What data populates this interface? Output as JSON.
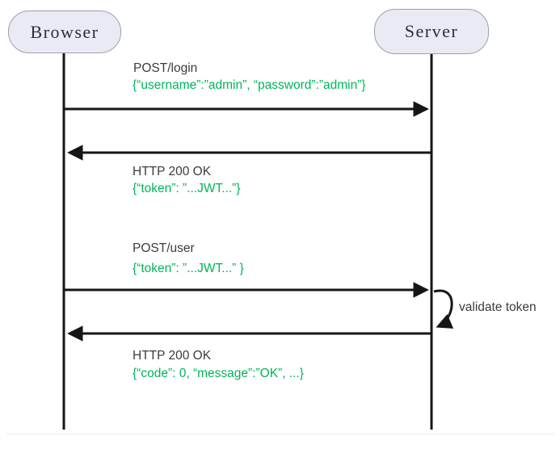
{
  "diagram": {
    "actors": [
      {
        "name": "Browser"
      },
      {
        "name": "Server"
      }
    ],
    "messages": [
      {
        "title": "POST/login",
        "payload": "{“username”:”admin”, “password”:”admin”}",
        "direction": "browser-to-server"
      },
      {
        "title": "HTTP 200 OK",
        "payload": "{“token”: ”...JWT...”}",
        "direction": "server-to-browser"
      },
      {
        "title": "POST/user",
        "payload": "{“token”: ”...JWT...” }",
        "direction": "browser-to-server"
      },
      {
        "title": "HTTP 200 OK",
        "payload": "{“code”: 0, “message”:”OK”, ...}",
        "direction": "server-to-browser"
      }
    ],
    "self_message": {
      "label": "validate token",
      "actor": "Server"
    },
    "colors": {
      "payload_green": "#00b45a",
      "title_text": "#3b3b3b",
      "line_black": "#161616",
      "actor_fill": "#e9eaf4",
      "actor_border": "#9aa0b2"
    }
  }
}
